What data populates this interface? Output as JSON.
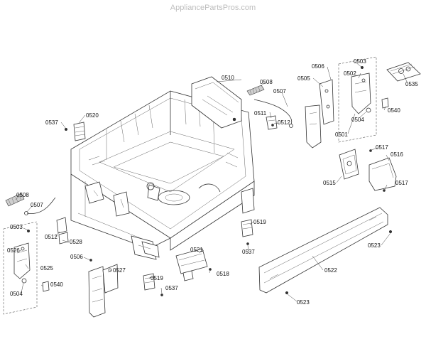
{
  "watermark": "AppliancePartsPros.com",
  "callouts": {
    "c0503a": "0503",
    "c0506a": "0506",
    "c0502": "0502",
    "c0535": "0535",
    "c0510": "0510",
    "c0508a": "0508",
    "c0505": "0505",
    "c0507a": "0507",
    "c0511": "0511",
    "c0512a": "0512",
    "c0540a": "0540",
    "c0504a": "0504",
    "c0501": "0501",
    "c0537a": "0537",
    "c0520": "0520",
    "c0517a": "0517",
    "c0516": "0516",
    "c0515": "0515",
    "c0517b": "0517",
    "c0508b": "0508",
    "c0507b": "0507",
    "c0503b": "0503",
    "c0512b": "0512",
    "c0528": "0528",
    "c0526": "0526",
    "c0525": "0525",
    "c0540b": "0540",
    "c0504b": "0504",
    "c0519a": "0519",
    "c0537b": "0537",
    "c0523a": "0523",
    "c0506b": "0506",
    "c0521": "0521",
    "c0527": "0527",
    "c0518": "0518",
    "c0522": "0522",
    "c0519b": "0519",
    "c0537c": "0537",
    "c0523b": "0523"
  }
}
